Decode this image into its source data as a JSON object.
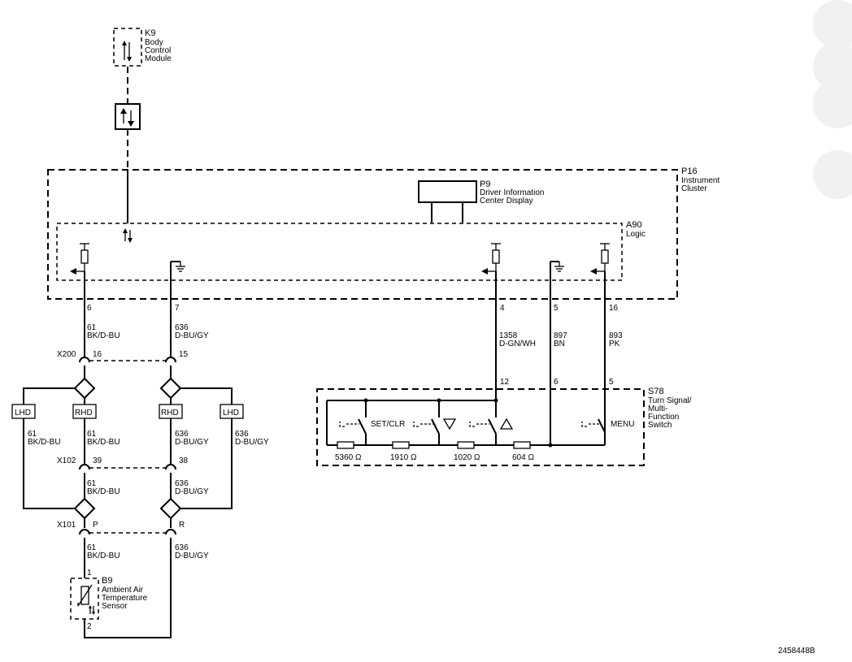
{
  "components": {
    "k9": {
      "ref": "K9",
      "lines": [
        "Body",
        "Control",
        "Module"
      ]
    },
    "p16": {
      "ref": "P16",
      "lines": [
        "Instrument",
        "Cluster"
      ]
    },
    "p9": {
      "ref": "P9",
      "lines": [
        "Driver Information",
        "Center Display"
      ]
    },
    "a90": {
      "ref": "A90",
      "lines": [
        "Logic"
      ]
    },
    "s78": {
      "ref": "S78",
      "lines": [
        "Turn Signal/",
        "Multi-",
        "Function",
        "Switch"
      ]
    },
    "b9": {
      "ref": "B9",
      "lines": [
        "Ambient Air",
        "Temperature",
        "Sensor"
      ]
    }
  },
  "connectors": {
    "x200": {
      "ref": "X200",
      "pin_a": "16",
      "pin_b": "15"
    },
    "x102": {
      "ref": "X102",
      "pin_a": "39",
      "pin_b": "38"
    },
    "x101": {
      "ref": "X101",
      "pin_a": "P",
      "pin_b": "R"
    }
  },
  "pins": {
    "p16_6": "6",
    "p16_7": "7",
    "p16_4": "4",
    "p16_5": "5",
    "p16_16": "16",
    "s78_12": "12",
    "s78_6": "6",
    "s78_5": "5",
    "b9_1": "1",
    "b9_2": "2"
  },
  "wires": {
    "top_61": {
      "circuit": "61",
      "color": "BK/D-BU"
    },
    "top_636": {
      "circuit": "636",
      "color": "D-BU/GY"
    },
    "w1358": {
      "circuit": "1358",
      "color": "D-GN/WH"
    },
    "w897": {
      "circuit": "897",
      "color": "BN"
    },
    "w893": {
      "circuit": "893",
      "color": "PK"
    },
    "lhd_61": {
      "circuit": "61",
      "color": "BK/D-BU"
    },
    "rhd_61": {
      "circuit": "61",
      "color": "BK/D-BU"
    },
    "rhd_636": {
      "circuit": "636",
      "color": "D-BU/GY"
    },
    "lhd_636": {
      "circuit": "636",
      "color": "D-BU/GY"
    },
    "mid_61": {
      "circuit": "61",
      "color": "BK/D-BU"
    },
    "mid_636": {
      "circuit": "636",
      "color": "D-BU/GY"
    },
    "bot_61": {
      "circuit": "61",
      "color": "BK/D-BU"
    },
    "bot_636": {
      "circuit": "636",
      "color": "D-BU/GY"
    }
  },
  "options": {
    "lhd": "LHD",
    "rhd": "RHD"
  },
  "switch_labels": {
    "set_clr": "SET/CLR",
    "menu": "MENU"
  },
  "resistors": {
    "r1": "5360 Ω",
    "r2": "1910 Ω",
    "r3": "1020 Ω",
    "r4": "604 Ω"
  },
  "document_id": "2458448B"
}
